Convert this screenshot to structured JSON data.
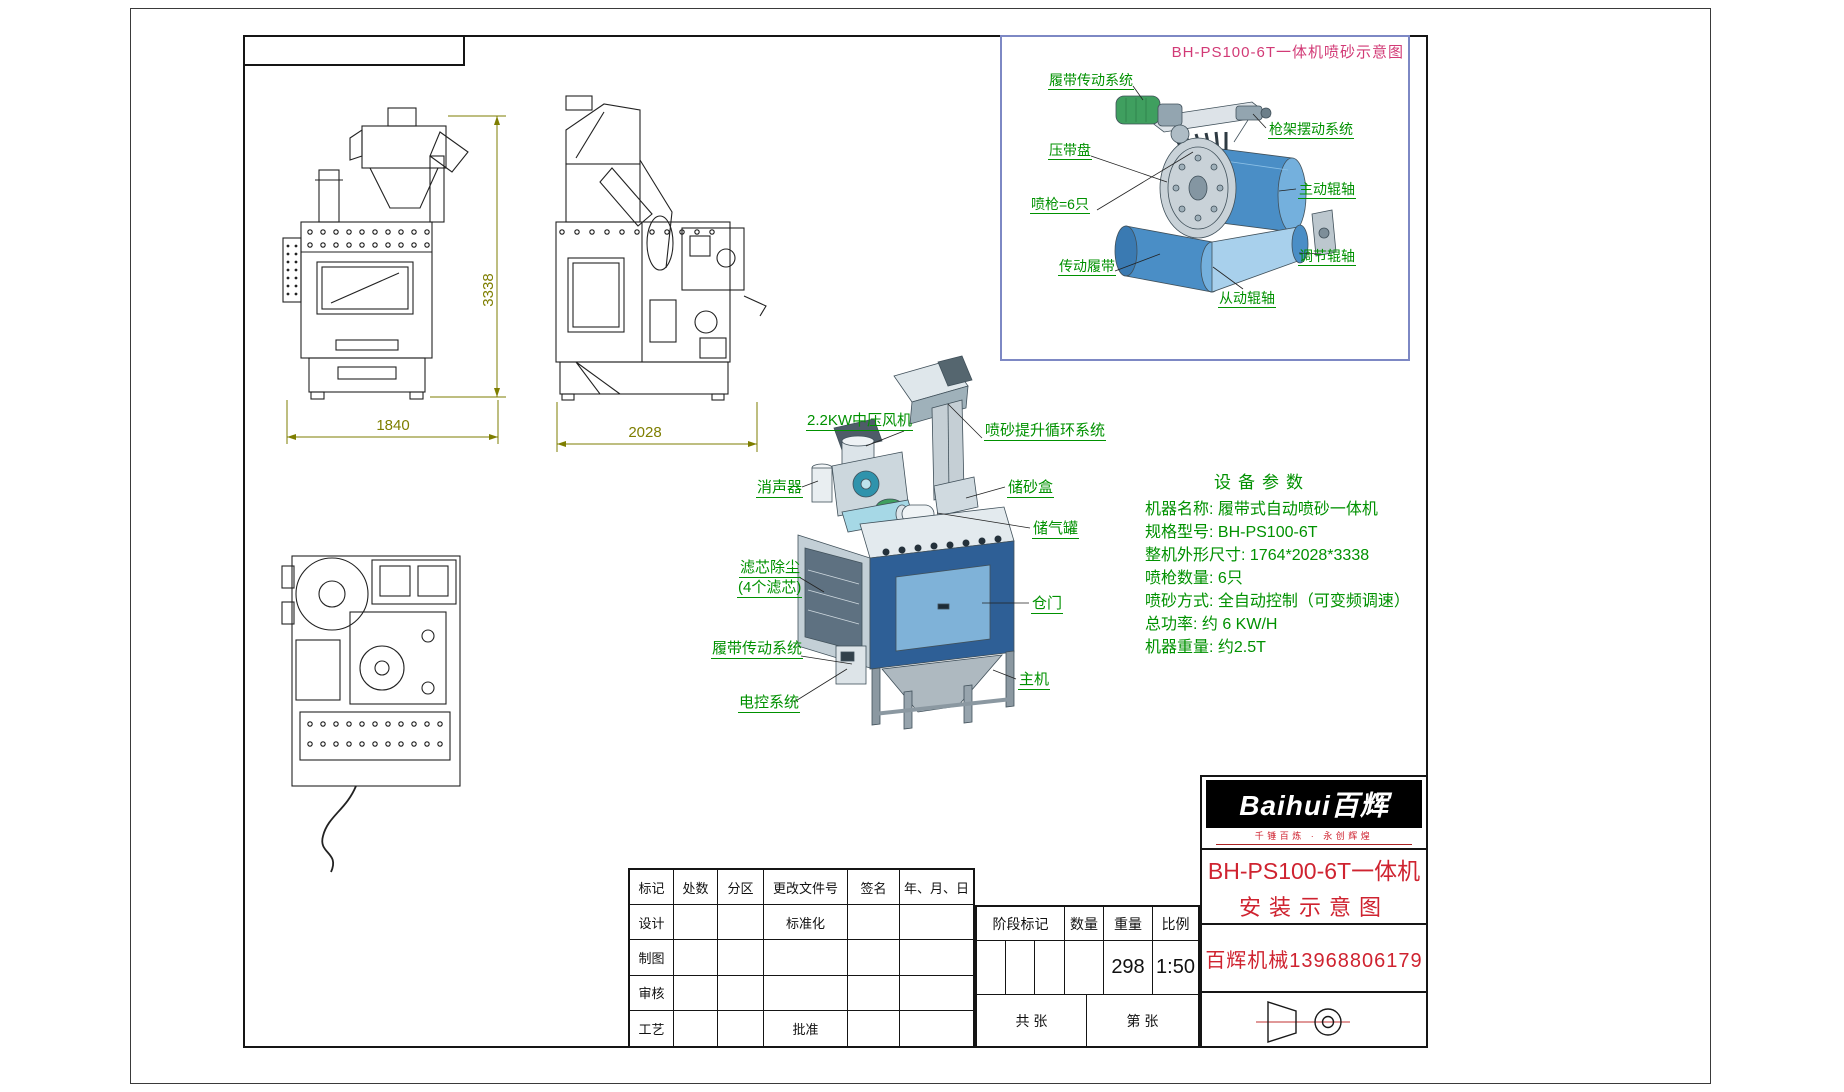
{
  "colors": {
    "green": "#009100",
    "olive": "#7e7e00",
    "red": "#cf2330",
    "magenta": "#d23a76",
    "detail_border": "#7d88c4"
  },
  "dimensions": {
    "front_width": "1840",
    "side_width": "2028",
    "height": "3338"
  },
  "detail_view": {
    "title": "BH-PS100-6T一体机喷砂示意图",
    "labels": {
      "track_drive_system": "履带传动系统",
      "belt_press_disc": "压带盘",
      "spray_guns": "喷枪=6只",
      "drive_belt": "传动履带",
      "driven_roller": "从动辊轴",
      "gun_frame_swing": "枪架摆动系统",
      "main_roller": "主动辊轴",
      "adjust_roller": "调节辊轴"
    }
  },
  "machine_labels": {
    "blower": "2.2KW中压风机",
    "blast_lift_system": "喷砂提升循环系统",
    "muffler": "消声器",
    "sand_storage_box": "储砂盒",
    "air_tank": "储气罐",
    "filter_dust_line1": "滤芯除尘",
    "filter_dust_line2": "(4个滤芯)",
    "door": "仓门",
    "track_drive_system": "履带传动系统",
    "main_machine": "主机",
    "electric_control": "电控系统"
  },
  "specs": {
    "title": "设备参数",
    "line1": "机器名称: 履带式自动喷砂一体机",
    "line2": "规格型号: BH-PS100-6T",
    "line3": "整机外形尺寸: 1764*2028*3338",
    "line4": "喷枪数量: 6只",
    "line5": "喷砂方式: 全自动控制（可变频调速）",
    "line6": "总功率: 约 6  KW/H",
    "line7": "机器重量: 约2.5T"
  },
  "title_block": {
    "headers": {
      "mark": "标记",
      "count": "处数",
      "zone": "分区",
      "change_doc_no": "更改文件号",
      "signature": "签名",
      "date": "年、月、日"
    },
    "rows": {
      "design": "设计",
      "draft": "制图",
      "review": "审核",
      "process": "工艺",
      "standardization": "标准化",
      "approval": "批准"
    },
    "stage": {
      "stage_mark": "阶段标记",
      "quantity": "数量",
      "weight": "重量",
      "scale": "比例",
      "weight_value": "298",
      "scale_value": "1:50"
    },
    "sheets": {
      "total": "共  张",
      "number": "第  张"
    }
  },
  "logo": {
    "brand": "Baihui百辉",
    "slogan": "千锤百炼 · 永创辉煌"
  },
  "doc_title": {
    "line1": "BH-PS100-6T一体机",
    "line2": "安装示意图",
    "company": "百辉机械13968806179"
  }
}
